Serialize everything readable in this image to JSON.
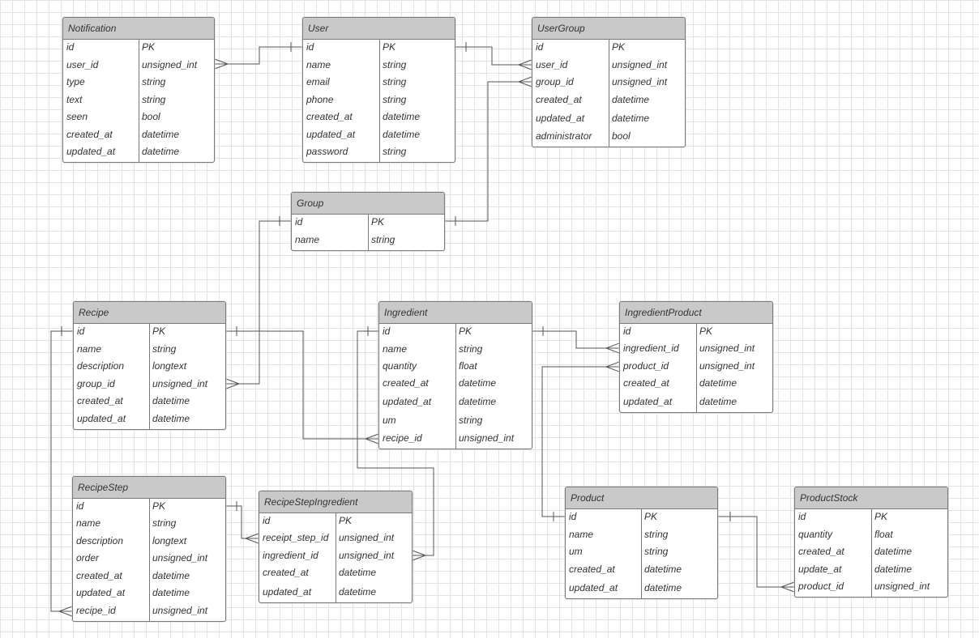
{
  "entities": [
    {
      "key": "notification",
      "name": "Notification",
      "fields": [
        [
          "id",
          "PK"
        ],
        [
          "user_id",
          "unsigned_int"
        ],
        [
          "type",
          "string"
        ],
        [
          "text",
          "string"
        ],
        [
          "seen",
          "bool"
        ],
        [
          "created_at",
          "datetime"
        ],
        [
          "updated_at",
          "datetime"
        ]
      ]
    },
    {
      "key": "user",
      "name": "User",
      "fields": [
        [
          "id",
          "PK"
        ],
        [
          "name",
          "string"
        ],
        [
          "email",
          "string"
        ],
        [
          "phone",
          "string"
        ],
        [
          "created_at",
          "datetime"
        ],
        [
          "updated_at",
          "datetime"
        ],
        [
          "password",
          "string"
        ]
      ]
    },
    {
      "key": "usergroup",
      "name": "UserGroup",
      "fields": [
        [
          "id",
          "PK"
        ],
        [
          "user_id",
          "unsigned_int"
        ],
        [
          "group_id",
          "unsigned_int"
        ],
        [
          "created_at",
          "datetime"
        ],
        [
          "updated_at",
          "datetime"
        ],
        [
          "administrator",
          "bool"
        ]
      ]
    },
    {
      "key": "group",
      "name": "Group",
      "fields": [
        [
          "id",
          "PK"
        ],
        [
          "name",
          "string"
        ]
      ]
    },
    {
      "key": "recipe",
      "name": "Recipe",
      "fields": [
        [
          "id",
          "PK"
        ],
        [
          "name",
          "string"
        ],
        [
          "description",
          "longtext"
        ],
        [
          "group_id",
          "unsigned_int"
        ],
        [
          "created_at",
          "datetime"
        ],
        [
          "updated_at",
          "datetime"
        ]
      ]
    },
    {
      "key": "ingredient",
      "name": "Ingredient",
      "fields": [
        [
          "id",
          "PK"
        ],
        [
          "name",
          "string"
        ],
        [
          "quantity",
          "float"
        ],
        [
          "created_at",
          "datetime"
        ],
        [
          "updated_at",
          "datetime"
        ],
        [
          "um",
          "string"
        ],
        [
          "recipe_id",
          "unsigned_int"
        ]
      ]
    },
    {
      "key": "ingredientproduct",
      "name": "IngredientProduct",
      "fields": [
        [
          "id",
          "PK"
        ],
        [
          "ingredient_id",
          "unsigned_int"
        ],
        [
          "product_id",
          "unsigned_int"
        ],
        [
          "created_at",
          "datetime"
        ],
        [
          "updated_at",
          "datetime"
        ]
      ]
    },
    {
      "key": "recipestep",
      "name": "RecipeStep",
      "fields": [
        [
          "id",
          "PK"
        ],
        [
          "name",
          "string"
        ],
        [
          "description",
          "longtext"
        ],
        [
          "order",
          "unsigned_int"
        ],
        [
          "created_at",
          "datetime"
        ],
        [
          "updated_at",
          "datetime"
        ],
        [
          "recipe_id",
          "unsigned_int"
        ]
      ]
    },
    {
      "key": "recipestepingredient",
      "name": "RecipeStepIngredient",
      "fields": [
        [
          "id",
          "PK"
        ],
        [
          "receipt_step_id",
          "unsigned_int"
        ],
        [
          "ingredient_id",
          "unsigned_int"
        ],
        [
          "created_at",
          "datetime"
        ],
        [
          "updated_at",
          "datetime"
        ]
      ]
    },
    {
      "key": "product",
      "name": "Product",
      "fields": [
        [
          "id",
          "PK"
        ],
        [
          "name",
          "string"
        ],
        [
          "um",
          "string"
        ],
        [
          "created_at",
          "datetime"
        ],
        [
          "updated_at",
          "datetime"
        ]
      ]
    },
    {
      "key": "productstock",
      "name": "ProductStock",
      "fields": [
        [
          "id",
          "PK"
        ],
        [
          "quantity",
          "float"
        ],
        [
          "created_at",
          "datetime"
        ],
        [
          "update_at",
          "datetime"
        ],
        [
          "product_id",
          "unsigned_int"
        ]
      ]
    }
  ],
  "colors": {
    "header": "#c9c9c9",
    "border": "#7a7a7a",
    "line": "#555555",
    "grid": "#e4e4e4"
  }
}
